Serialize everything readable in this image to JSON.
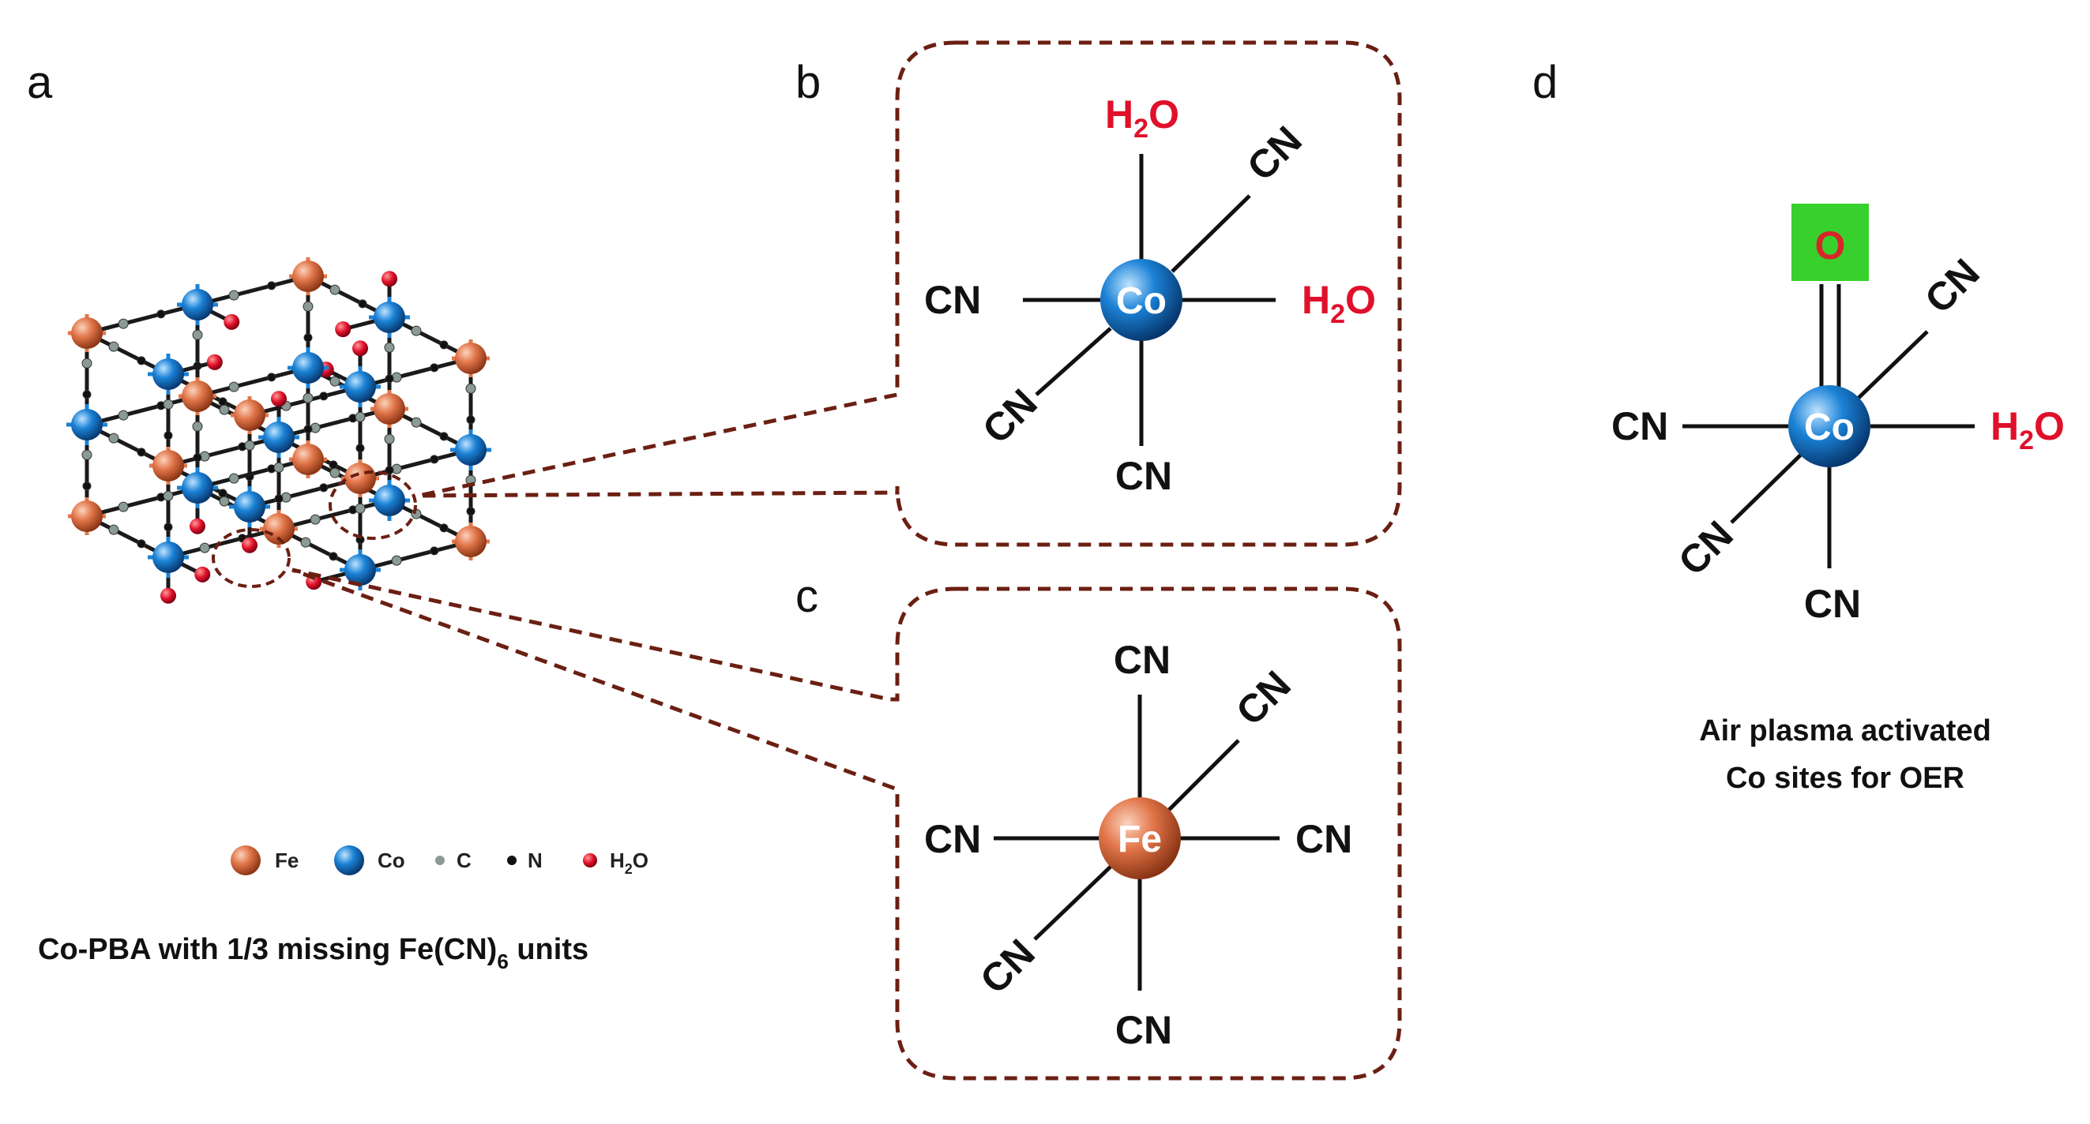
{
  "panels": {
    "a": "a",
    "b": "b",
    "c": "c",
    "d": "d"
  },
  "legend": {
    "fe": "Fe",
    "co": "Co",
    "c": "C",
    "n": "N",
    "h2o_main": "H",
    "h2o_sub": "2",
    "h2o_tail": "O"
  },
  "caption_a": {
    "main": "Co-PBA with 1/3 missing Fe(CN)",
    "sub": "6",
    "tail": " units"
  },
  "panel_b": {
    "center": "Co",
    "ligands": {
      "top": {
        "main": "H",
        "sub": "2",
        "tail": "O"
      },
      "right": {
        "main": "H",
        "sub": "2",
        "tail": "O"
      },
      "left": "CN",
      "bottom": "CN",
      "upper_right": "CN",
      "lower_left": "CN"
    }
  },
  "panel_c": {
    "center": "Fe",
    "ligands": {
      "top": "CN",
      "right": "CN",
      "left": "CN",
      "bottom": "CN",
      "upper_right": "CN",
      "lower_left": "CN"
    }
  },
  "panel_d": {
    "center": "Co",
    "oxo": "O",
    "ligands": {
      "right": {
        "main": "H",
        "sub": "2",
        "tail": "O"
      },
      "left": "CN",
      "bottom": "CN",
      "upper_right": "CN",
      "lower_left": "CN"
    },
    "caption_line1": "Air plasma activated",
    "caption_line2": "Co sites for OER"
  },
  "colors": {
    "fe": "#e2764a",
    "co": "#1b82d6",
    "water": "#e0102a",
    "dash": "#6b1f12",
    "oxo_bg": "#38d02c",
    "oxo_text": "#d6262a",
    "bond": "#111111"
  }
}
